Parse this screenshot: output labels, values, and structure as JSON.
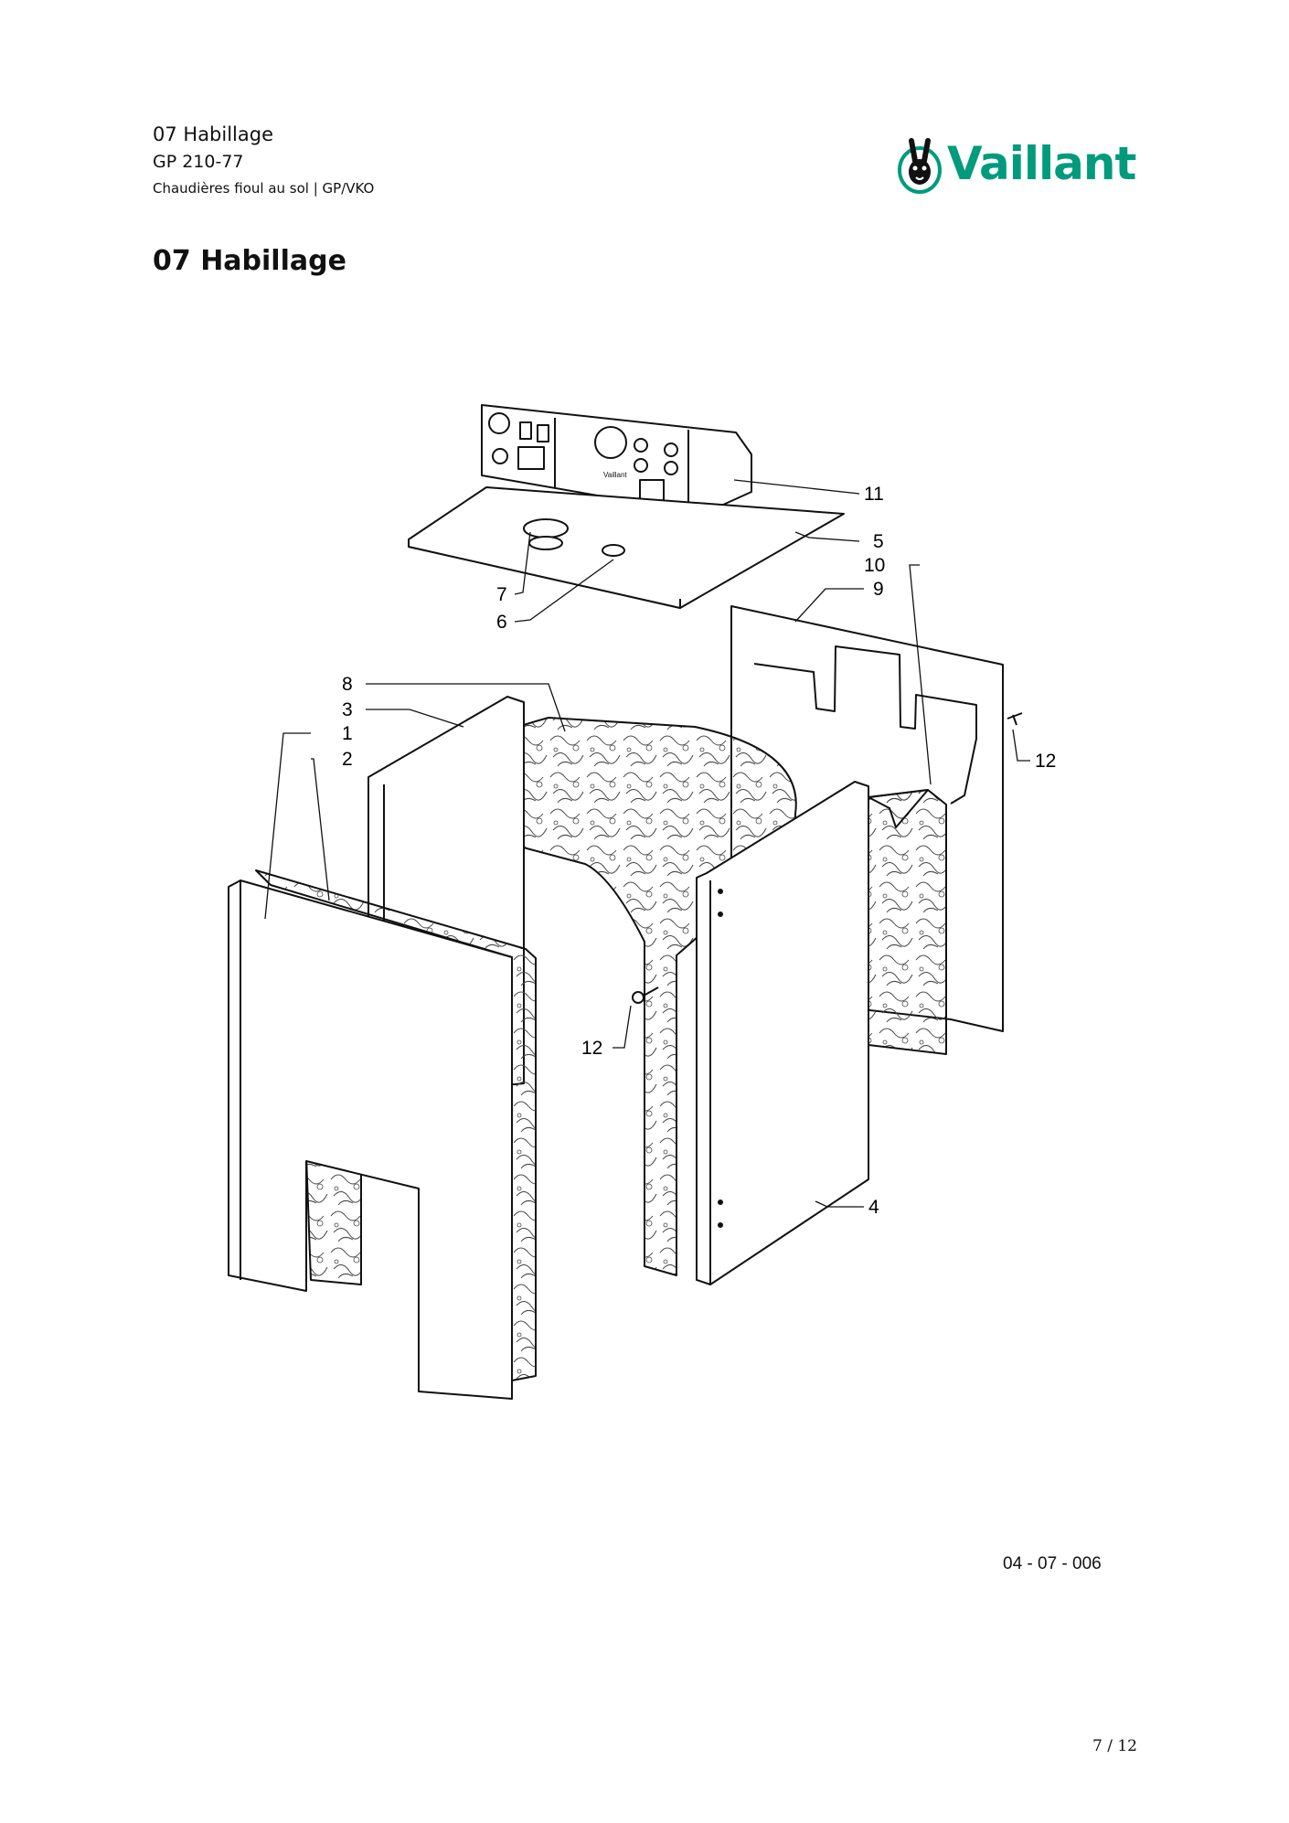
{
  "header": {
    "line1": "07 Habillage",
    "line2": "GP 210-77",
    "line3": "Chaudières fioul au sol | GP/VKO"
  },
  "logo": {
    "text": "Vaillant",
    "color": "#009b7d"
  },
  "title": "07 Habillage",
  "diagram": {
    "callouts": {
      "c1": "1",
      "c2": "2",
      "c3": "3",
      "c4": "4",
      "c5": "5",
      "c6": "6",
      "c7": "7",
      "c8": "8",
      "c9": "9",
      "c10": "10",
      "c11": "11",
      "c12a": "12",
      "c12b": "12"
    },
    "panel_brand": "Vaillant"
  },
  "reference": "04 - 07 - 006",
  "page_number": "7 / 12"
}
